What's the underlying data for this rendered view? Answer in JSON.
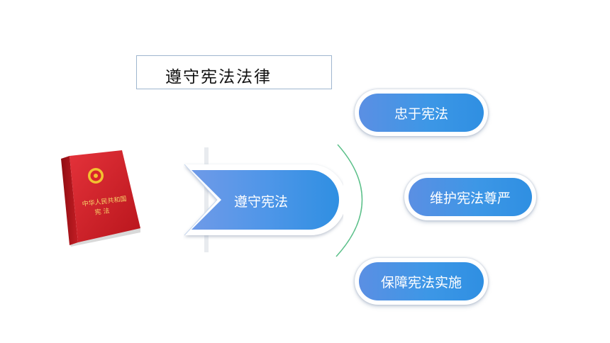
{
  "title": "遵守宪法法律",
  "book": {
    "cover_line1": "中华人民共和国",
    "cover_line2": "宪 法"
  },
  "center": {
    "label": "遵守宪法"
  },
  "branches": [
    {
      "label": "忠于宪法"
    },
    {
      "label": "维护宪法尊严"
    },
    {
      "label": "保障宪法实施"
    }
  ],
  "colors": {
    "pill_gradient_start": "#5b8fe3",
    "pill_gradient_end": "#2f8fe2",
    "arc": "#5cc08a",
    "book_red": "#d8262a",
    "emblem_gold": "#f2c230",
    "title_border": "#9fb6cf"
  }
}
